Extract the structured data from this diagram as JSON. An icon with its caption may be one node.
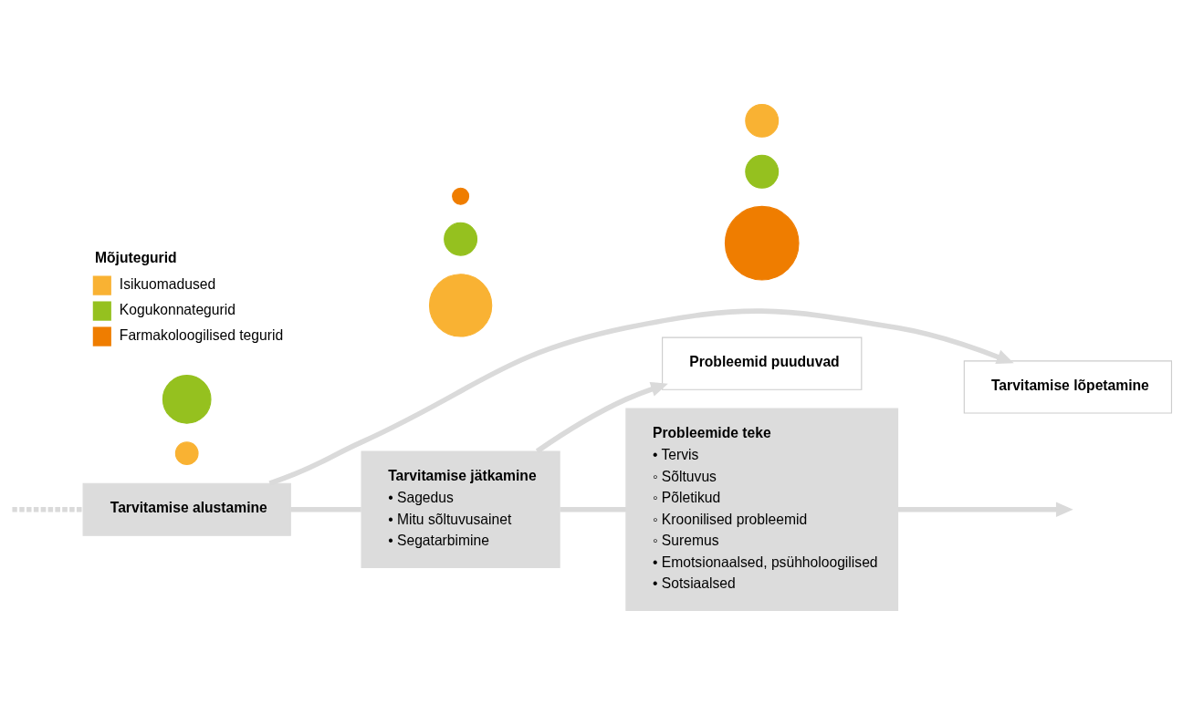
{
  "diagram": {
    "nodes": [
      {
        "text": [
          "Tarvitamise lõpetamine"
        ]
      },
      {
        "text": [
          "Probleemid puuduvad"
        ]
      },
      {
        "text": [
          "Tarvitamise alustamine"
        ]
      },
      {
        "text": [
          "Tarvitamise jätkamine",
          "• Sagedus",
          "• Mitu sõltuvusainet",
          "• Segatarbimine"
        ]
      },
      {
        "text": [
          "Probleemide teke",
          "• Tervis",
          "◦ Sõltuvus",
          "◦ Põletikud",
          "◦ Kroonilised probleemid",
          "◦ Suremus",
          "• Emotsionaalsed, psühholoogilised",
          "• Sotsiaalsed"
        ]
      },
      {
        "text": [],
        "shape": "circle"
      },
      {
        "text": [],
        "shape": "circle"
      },
      {
        "text": [],
        "shape": "circle"
      },
      {
        "text": [],
        "shape": "circle"
      },
      {
        "text": [],
        "shape": "circle"
      },
      {
        "text": [],
        "shape": "circle"
      },
      {
        "text": [],
        "shape": "circle"
      },
      {
        "text": [],
        "shape": "circle"
      }
    ],
    "edges": [
      {
        "from": null,
        "to": 2,
        "arrow": "none",
        "style": "dashed"
      },
      {
        "from": 2,
        "to": 3,
        "arrow": "none"
      },
      {
        "from": 3,
        "to": 4,
        "arrow": "none"
      },
      {
        "from": 4,
        "to": null,
        "arrow": "to"
      },
      {
        "from": 2,
        "to": 0,
        "arrow": "to"
      },
      {
        "from": 3,
        "to": 1,
        "arrow": "to"
      }
    ],
    "labels": [
      "Mõjutegurid"
    ],
    "legend": [
      {
        "text": "Isikuomadused",
        "color": "#f9b233"
      },
      {
        "text": "Kogukonnategurid",
        "color": "#95c11f"
      },
      {
        "text": "Farmakoloogilised tegurid",
        "color": "#ef7d00"
      }
    ]
  }
}
